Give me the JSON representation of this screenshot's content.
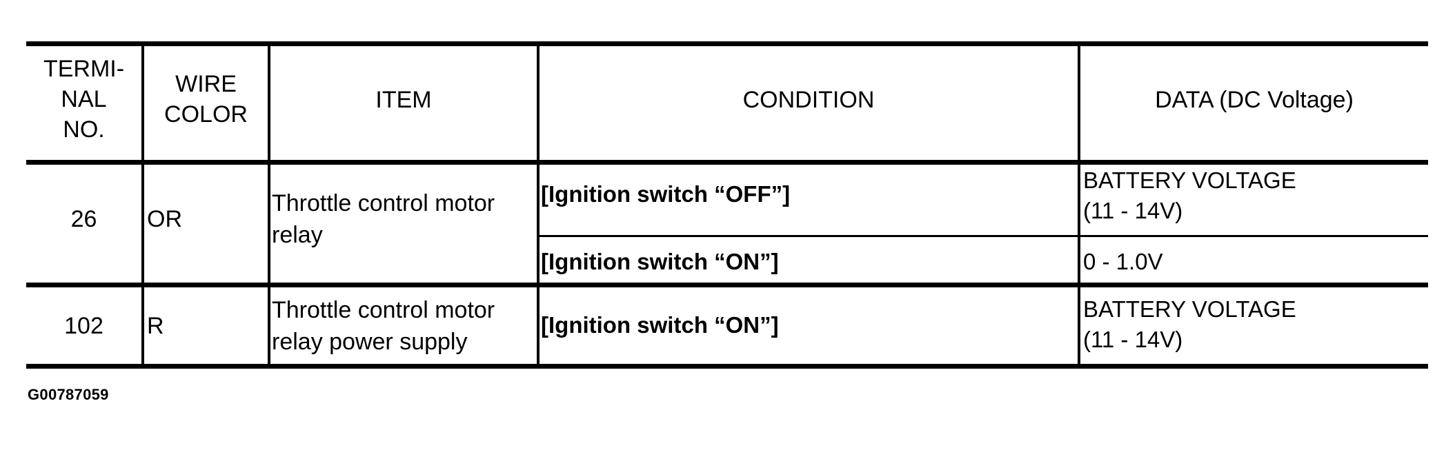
{
  "table": {
    "headers": {
      "terminal_no": "TERMI-\nNAL\nNO.",
      "terminal_no_line1": "TERMI-",
      "terminal_no_line2": "NAL",
      "terminal_no_line3": "NO.",
      "wire_color_line1": "WIRE",
      "wire_color_line2": "COLOR",
      "item": "ITEM",
      "condition": "CONDITION",
      "data": "DATA (DC Voltage)"
    },
    "rows": [
      {
        "terminal_no": "26",
        "wire_color": "OR",
        "item_line1": "Throttle control motor",
        "item_line2": "relay",
        "conditions": [
          {
            "condition": "[Ignition switch “OFF”]",
            "data_line1": "BATTERY VOLTAGE",
            "data_line2": "(11 - 14V)"
          },
          {
            "condition": "[Ignition switch “ON”]",
            "data_line1": "0 - 1.0V",
            "data_line2": ""
          }
        ]
      },
      {
        "terminal_no": "102",
        "wire_color": "R",
        "item_line1": "Throttle control motor",
        "item_line2": "relay power supply",
        "conditions": [
          {
            "condition": "[Ignition switch “ON”]",
            "data_line1": "BATTERY VOLTAGE",
            "data_line2": "(11 - 14V)"
          }
        ]
      }
    ]
  },
  "caption": {
    "figure_id": "G00787059"
  },
  "colors": {
    "ink": "#000000",
    "page": "#ffffff"
  }
}
